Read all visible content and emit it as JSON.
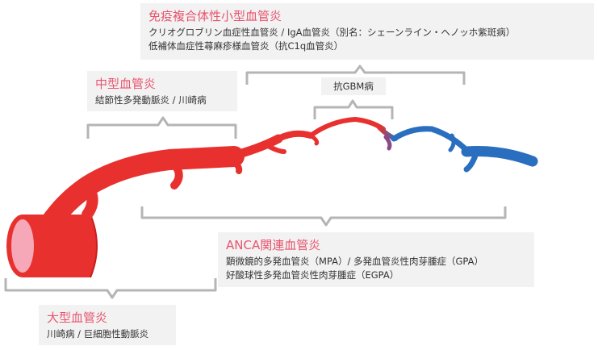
{
  "groups": {
    "small": {
      "title": "免疫複合体性小型血管炎",
      "lines": [
        "クリオグロブリン血症性血管炎 / IgA血管炎（別名：シェーンライン・ヘノッホ紫斑病）",
        "低補体血症性蕁麻疹様血管炎（抗C1q血管炎）"
      ]
    },
    "anti_gbm": {
      "label": "抗GBM病"
    },
    "medium": {
      "title": "中型血管炎",
      "lines": [
        "結節性多発動脈炎 / 川崎病"
      ]
    },
    "anca": {
      "title": "ANCA関連血管炎",
      "lines": [
        "顕微鏡的多発血管炎（MPA）/ 多発血管炎性肉芽腫症（GPA）",
        "好酸球性多発血管炎性肉芽腫症（EGPA）"
      ]
    },
    "large": {
      "title": "大型血管炎",
      "lines": [
        "川崎病 / 巨細胞性動脈炎"
      ]
    }
  },
  "colors": {
    "artery": "#e8312e",
    "artery_dark": "#c61f1f",
    "lumen": "#f7a8b8",
    "vein": "#2a6fbf",
    "title": "#e8546e",
    "bracket": "#b5b5b5",
    "box_bg": "#f2f2f2"
  }
}
